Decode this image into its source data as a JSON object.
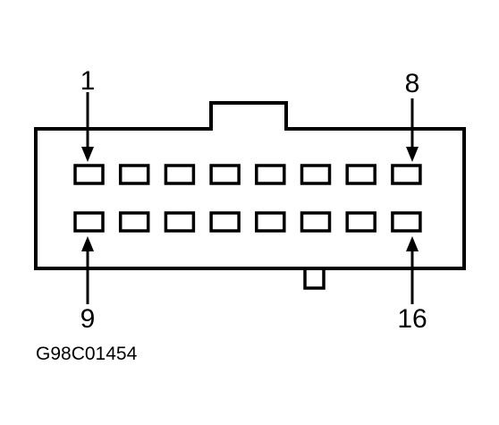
{
  "pin_labels": {
    "top_left": "1",
    "top_right": "8",
    "bottom_left": "9",
    "bottom_right": "16"
  },
  "reference_code": "G98C01454",
  "connector": {
    "rows": 2,
    "pins_per_row": 8
  },
  "colors": {
    "line": "#000000",
    "background": "#ffffff"
  }
}
